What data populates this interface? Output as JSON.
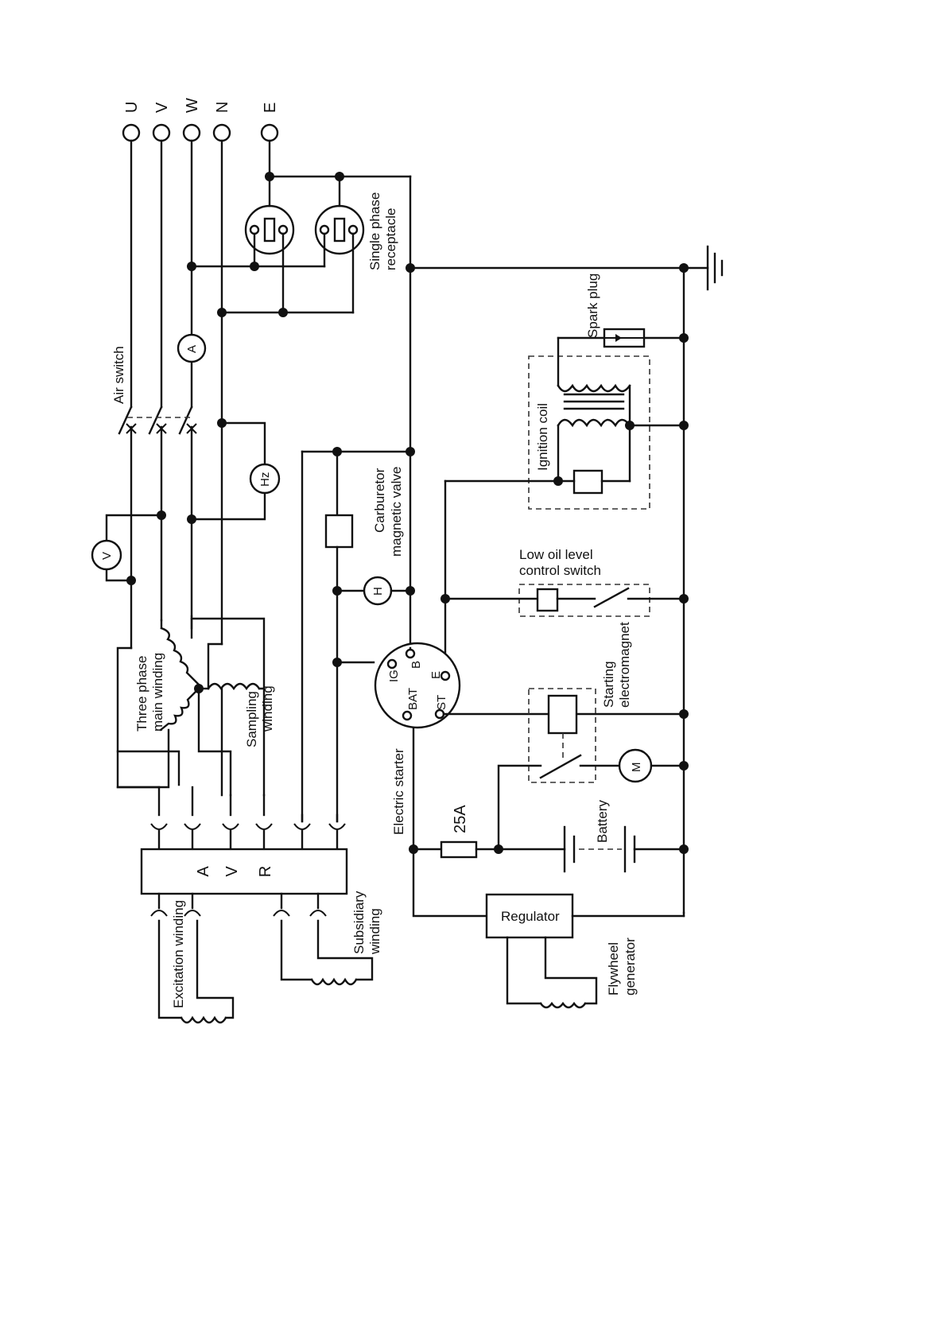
{
  "terminals": [
    "U",
    "V",
    "W",
    "N",
    "E"
  ],
  "labels": {
    "air_switch": "Air switch",
    "single_phase_receptacle_1": "Single phase",
    "single_phase_receptacle_2": "receptacle",
    "spark_plug": "Spark plug",
    "ignition_coil": "Ignition coil",
    "carburetor_1": "Carburetor",
    "carburetor_2": "magnetic valve",
    "low_oil_1": "Low oil level",
    "low_oil_2": "control switch",
    "starting_1": "Starting",
    "starting_2": "electromagnet",
    "electric_starter": "Electric starter",
    "fuse": "25A",
    "battery": "Battery",
    "regulator": "Regulator",
    "flywheel_1": "Flywheel",
    "flywheel_2": "generator",
    "three_phase_1": "Three phase",
    "three_phase_2": "main winding",
    "sampling_1": "Sampling",
    "sampling_2": "winding",
    "excitation": "Excitation winding",
    "subsidiary_1": "Subsidiary",
    "subsidiary_2": "winding",
    "avr_a": "A",
    "avr_v": "V",
    "avr_r": "R"
  },
  "meters": {
    "voltmeter": "V",
    "ammeter": "A",
    "frequency": "Hz",
    "hour": "H",
    "motor": "M"
  },
  "starter_terminals": {
    "ig": "IG",
    "bat": "BAT",
    "b": "B",
    "e": "E",
    "st": "ST"
  }
}
